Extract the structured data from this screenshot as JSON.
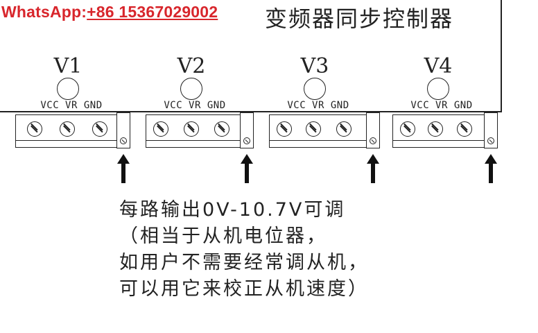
{
  "header": {
    "whatsapp_prefix": "WhatsApp:",
    "whatsapp_number": "+86 15367029002",
    "title_visible": "变频器同步控制器"
  },
  "channels": [
    {
      "label": "V1",
      "pins": "VCC VR GND"
    },
    {
      "label": "V2",
      "pins": "VCC VR GND"
    },
    {
      "label": "V3",
      "pins": "VCC VR GND"
    },
    {
      "label": "V4",
      "pins": "VCC VR GND"
    }
  ],
  "note": {
    "lines": [
      "每路输出0V-10.7V可调",
      "（相当于从机电位器，",
      "如用户不需要经常调从机，",
      "可以用它来校正从机速度）"
    ]
  },
  "colors": {
    "watermark": "#d8262c",
    "line": "#222222",
    "background": "#ffffff"
  }
}
